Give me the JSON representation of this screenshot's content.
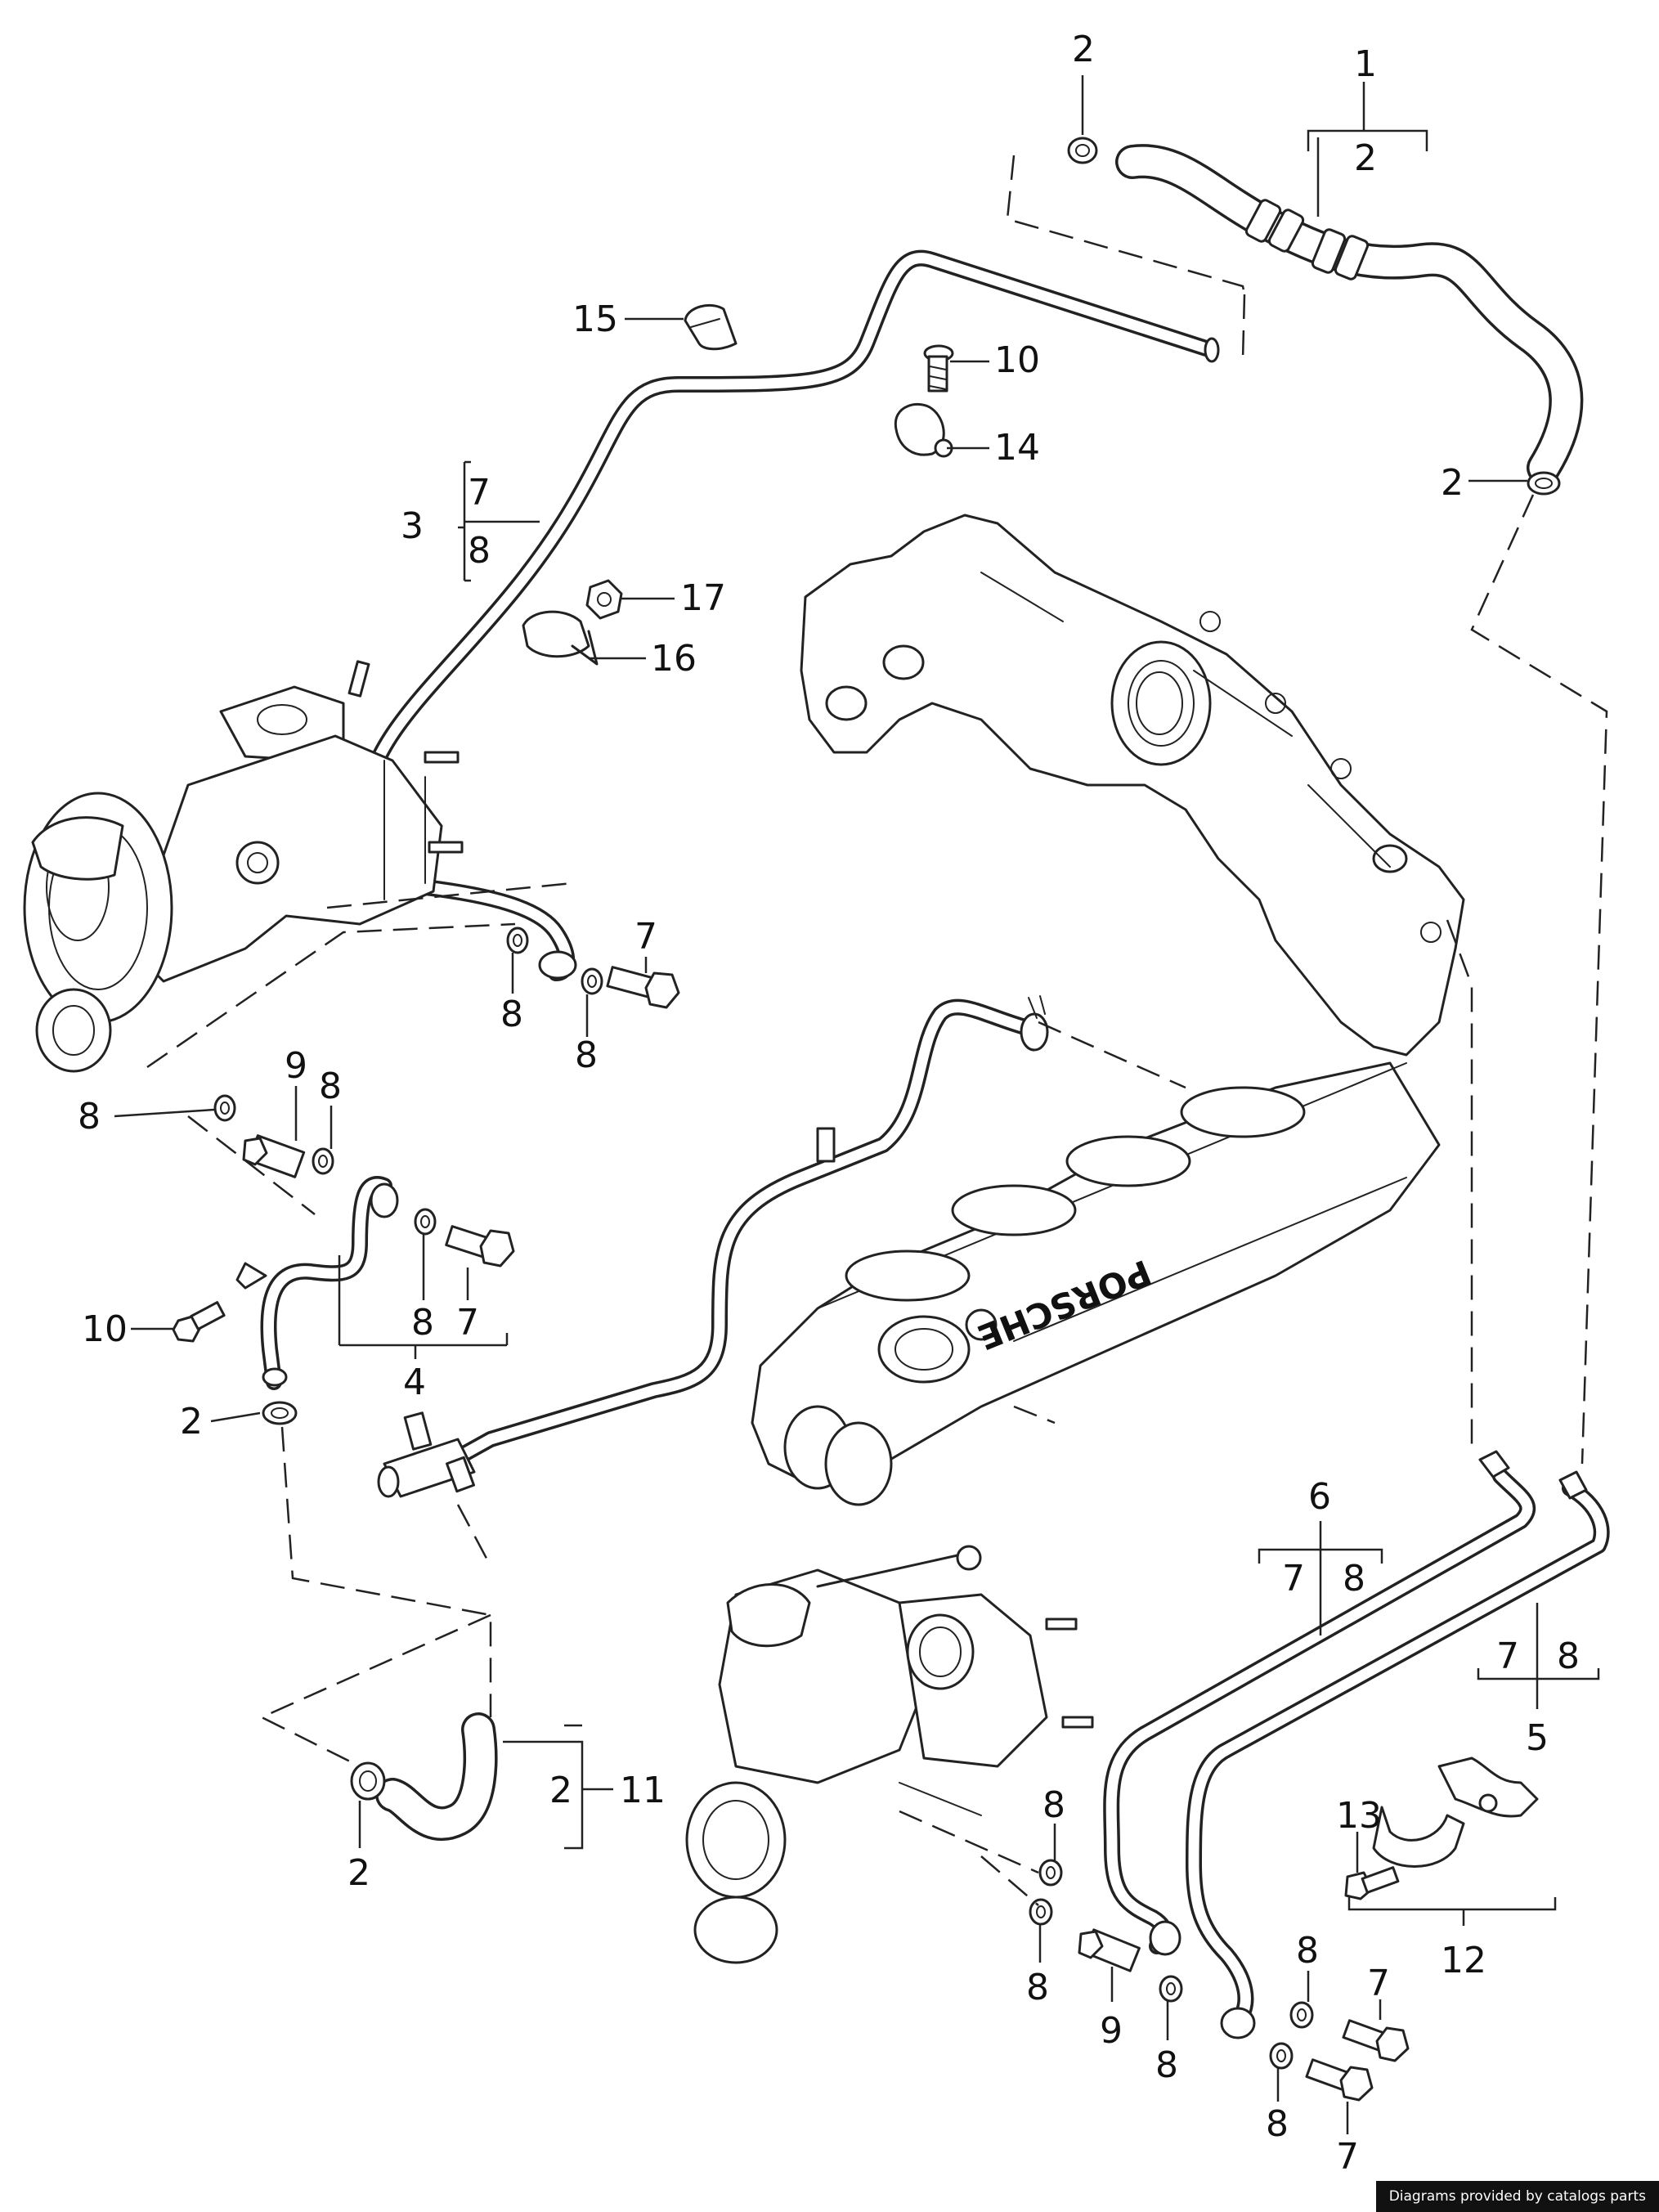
{
  "diagram": {
    "callouts": {
      "c1": "1",
      "c1_2": "2",
      "c2_top": "2",
      "c2_right": "2",
      "c15": "15",
      "c10_top": "10",
      "c14": "14",
      "c3": "3",
      "c3_7": "7",
      "c3_8": "8",
      "c17": "17",
      "c16": "16",
      "c7_mid": "7",
      "c8_a": "8",
      "c8_b": "8",
      "c9_left": "9",
      "c8_c": "8",
      "c8_d": "8",
      "c10_left": "10",
      "c8_e": "8",
      "c7_e": "7",
      "c4": "4",
      "c2_left": "2",
      "c6": "6",
      "c6_7": "7",
      "c6_8": "8",
      "c5": "5",
      "c5_7": "7",
      "c5_8": "8",
      "c11": "11",
      "c11_2": "2",
      "c2_bottom": "2",
      "c8_f": "8",
      "c8_g": "8",
      "c13": "13",
      "c12": "12",
      "c9_bot": "9",
      "c8_h": "8",
      "c8_i": "8",
      "c7_i": "7",
      "c8_j": "8",
      "c7_j": "7"
    },
    "engine_label": "PORSCHE"
  },
  "footer": {
    "credit": "Diagrams provided by catalogs parts"
  }
}
